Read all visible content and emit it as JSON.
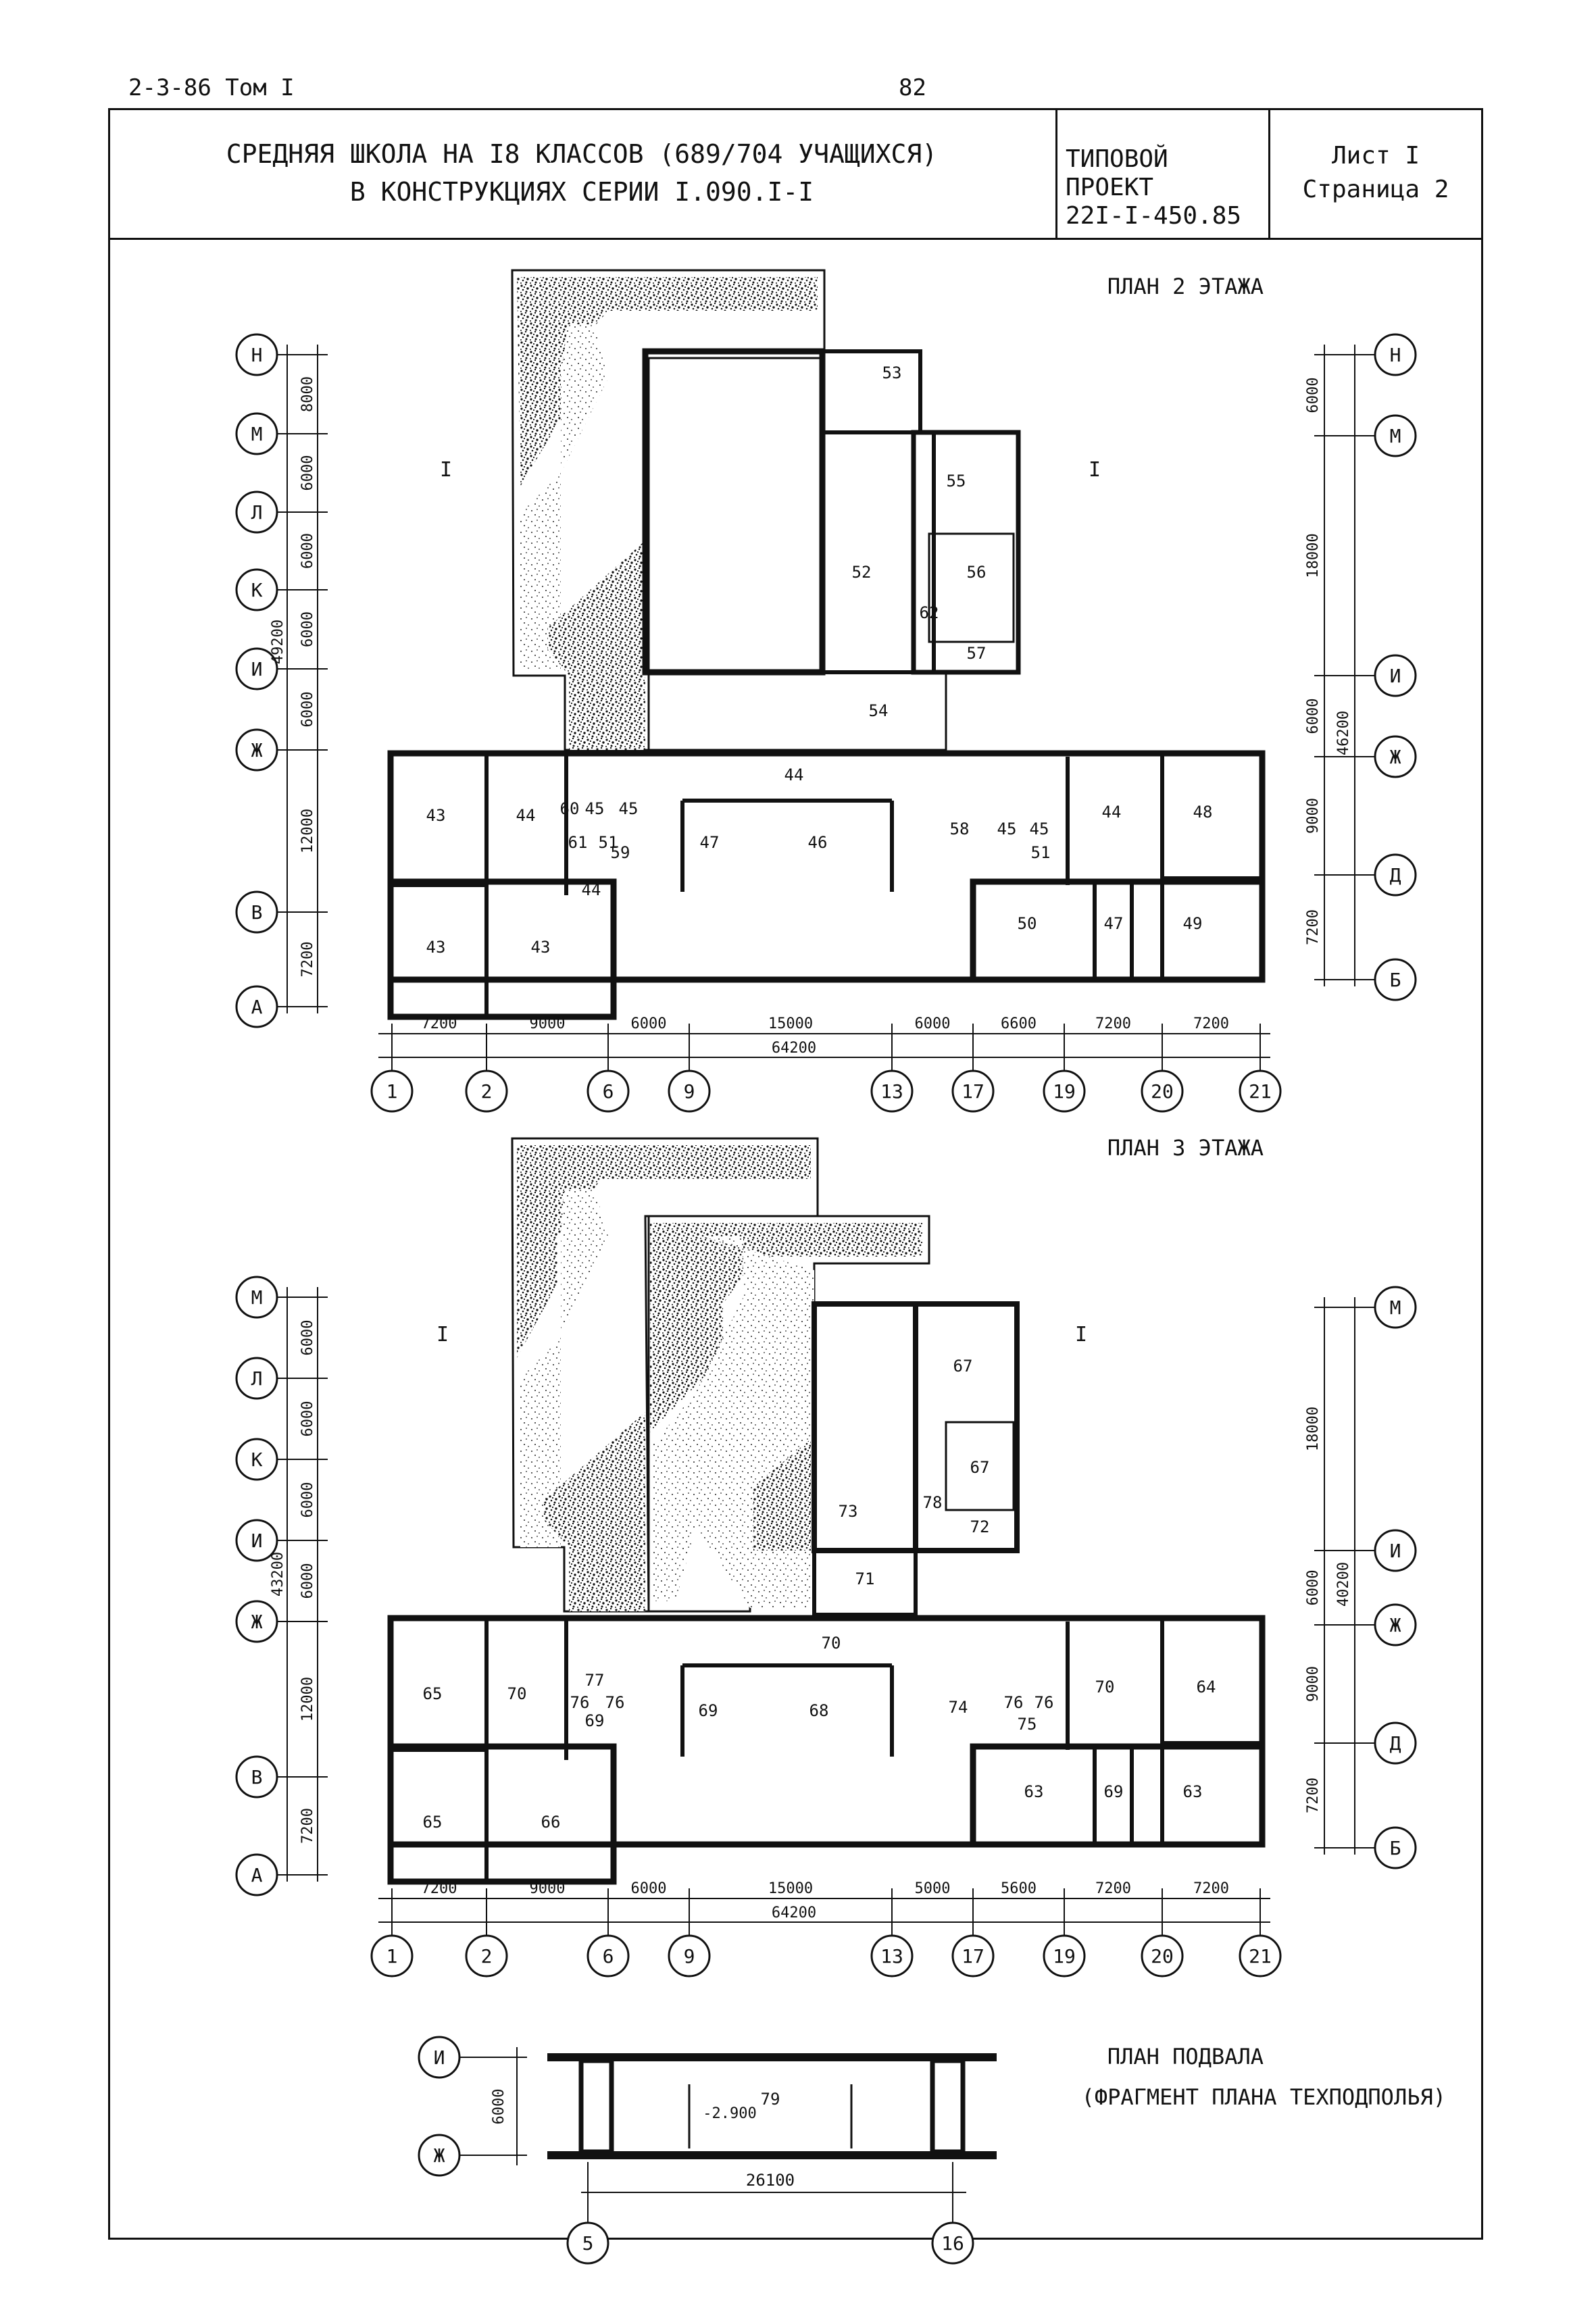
{
  "header": {
    "doc_code": "2-3-86 Том I",
    "page_number": "82",
    "title_line1": "СРЕДНЯЯ ШКОЛА НА I8 КЛАССОВ (689/704 УЧАЩИХСЯ)",
    "title_line2": "В КОНСТРУКЦИЯХ СЕРИИ I.090.I-I",
    "project_label": "ТИПОВОЙ ПРОЕКТ",
    "project_number": "22I-I-450.85",
    "sheet": "Лист I",
    "page": "Страница 2"
  },
  "plan2": {
    "title": "ПЛАН 2 ЭТАЖА",
    "section_mark": "I",
    "axes_left": [
      "Н",
      "М",
      "Л",
      "К",
      "И",
      "Ж",
      "В",
      "А"
    ],
    "dims_left": [
      "8000",
      "6000",
      "6000",
      "6000",
      "6000",
      "12000",
      "7200"
    ],
    "total_left": "49200",
    "axes_right": [
      "Н",
      "М",
      "И",
      "Ж",
      "Д",
      "Б"
    ],
    "dims_right": [
      "6000",
      "18000",
      "6000",
      "9000",
      "7200"
    ],
    "total_right": "46200",
    "axes_bottom": [
      "1",
      "2",
      "6",
      "9",
      "13",
      "17",
      "19",
      "20",
      "21"
    ],
    "dims_bottom": [
      "7200",
      "9000",
      "6000",
      "15000",
      "6000",
      "6600",
      "7200",
      "7200"
    ],
    "total_bottom": "64200",
    "rooms": [
      "53",
      "55",
      "52",
      "56",
      "62",
      "57",
      "54",
      "44",
      "43",
      "44",
      "60",
      "45",
      "45",
      "61",
      "51",
      "59",
      "47",
      "46",
      "58",
      "45",
      "45",
      "51",
      "44",
      "48",
      "44",
      "43",
      "43",
      "50",
      "47",
      "49"
    ]
  },
  "plan3": {
    "title": "ПЛАН 3 ЭТАЖА",
    "section_mark": "I",
    "axes_left": [
      "М",
      "Л",
      "К",
      "И",
      "Ж",
      "В",
      "А"
    ],
    "dims_left": [
      "6000",
      "6000",
      "6000",
      "6000",
      "12000",
      "7200"
    ],
    "total_left": "43200",
    "axes_right": [
      "М",
      "И",
      "Ж",
      "Д",
      "Б"
    ],
    "dims_right": [
      "18000",
      "6000",
      "9000",
      "7200"
    ],
    "total_right": "40200",
    "axes_bottom": [
      "1",
      "2",
      "6",
      "9",
      "13",
      "17",
      "19",
      "20",
      "21"
    ],
    "dims_bottom": [
      "7200",
      "9000",
      "6000",
      "15000",
      "5000",
      "5600",
      "7200",
      "7200"
    ],
    "total_bottom": "64200",
    "rooms": [
      "67",
      "67",
      "73",
      "78",
      "72",
      "71",
      "70",
      "65",
      "70",
      "77",
      "76",
      "76",
      "69",
      "69",
      "68",
      "74",
      "76",
      "76",
      "75",
      "70",
      "64",
      "65",
      "66",
      "63",
      "69",
      "63"
    ]
  },
  "basement": {
    "title_line1": "ПЛАН ПОДВАЛА",
    "title_line2": "(ФРАГМЕНТ ПЛАНА ТЕХПОДПОЛЬЯ)",
    "axes_left": [
      "И",
      "Ж"
    ],
    "dim_left": "6000",
    "axes_bottom": [
      "5",
      "16"
    ],
    "dim_bottom": "26100",
    "room": "79",
    "level": "-2.900"
  }
}
